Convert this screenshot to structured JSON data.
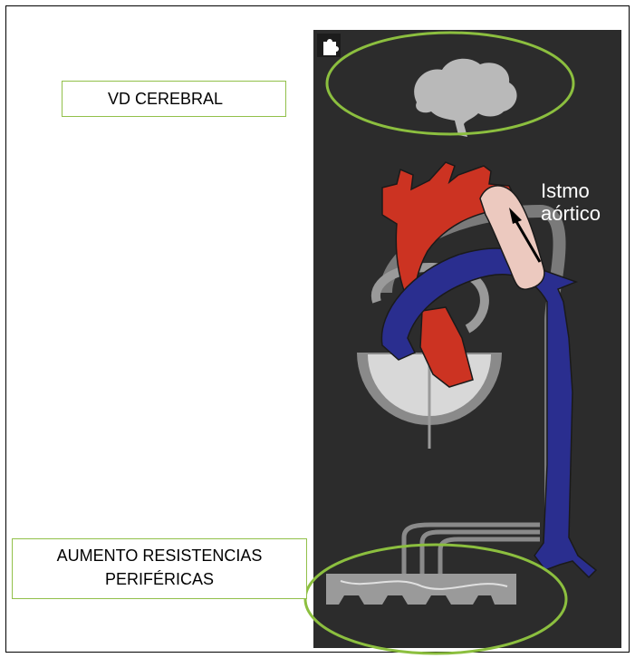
{
  "labels": {
    "vd_cerebral": "VD CEREBRAL",
    "istmo_line1": "Istmo",
    "istmo_line2": "aórtico",
    "aumento_line1": "AUMENTO RESISTENCIAS",
    "aumento_line2": "PERIFÉRICAS"
  },
  "colors": {
    "panel_background": "#2c2c2c",
    "artery": "#cc3322",
    "vein": "#2a2e8f",
    "isthmus": "#ecc9bf",
    "highlight_ellipse": "#8cbf3f",
    "organ_gray": "#b9b9b9"
  },
  "icons": [
    "puzzle-icon",
    "brain-icon",
    "flow-arrow-icon"
  ]
}
